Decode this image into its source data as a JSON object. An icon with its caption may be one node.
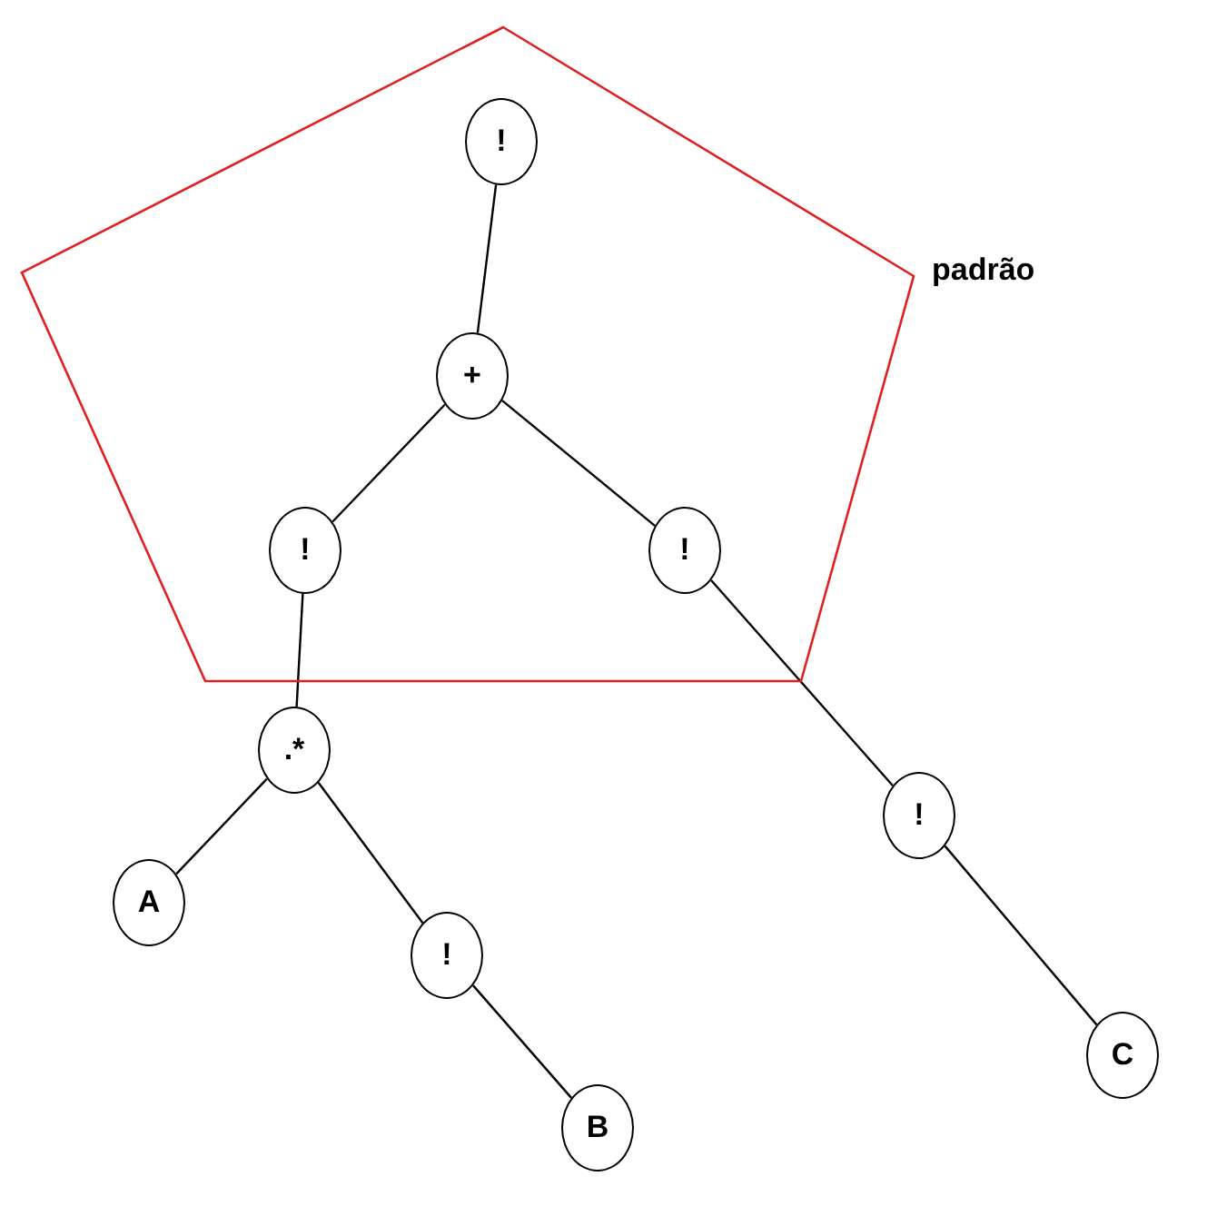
{
  "diagram": {
    "nodes": [
      {
        "text": [],
        "shape": "pentagon",
        "beside": [
          "padrão"
        ]
      },
      {
        "text": [
          "!"
        ],
        "in": 0
      },
      {
        "text": [
          "+"
        ],
        "in": 0
      },
      {
        "text": [
          "!"
        ],
        "in": 0
      },
      {
        "text": [
          "!"
        ],
        "in": 0
      },
      {
        "text": [
          ".*"
        ]
      },
      {
        "text": [
          "!"
        ]
      },
      {
        "text": [
          "A"
        ]
      },
      {
        "text": [
          "!"
        ]
      },
      {
        "text": [
          "B"
        ]
      },
      {
        "text": [
          "C"
        ]
      }
    ],
    "edges": [
      {
        "from": 1,
        "to": 2,
        "arrow": "none"
      },
      {
        "from": 2,
        "to": 3,
        "arrow": "none"
      },
      {
        "from": 2,
        "to": 4,
        "arrow": "none"
      },
      {
        "from": 3,
        "to": 5,
        "arrow": "none"
      },
      {
        "from": 4,
        "to": 6,
        "arrow": "none"
      },
      {
        "from": 5,
        "to": 7,
        "arrow": "none"
      },
      {
        "from": 5,
        "to": 8,
        "arrow": "none"
      },
      {
        "from": 8,
        "to": 9,
        "arrow": "none"
      },
      {
        "from": 6,
        "to": 10,
        "arrow": "none"
      }
    ]
  }
}
